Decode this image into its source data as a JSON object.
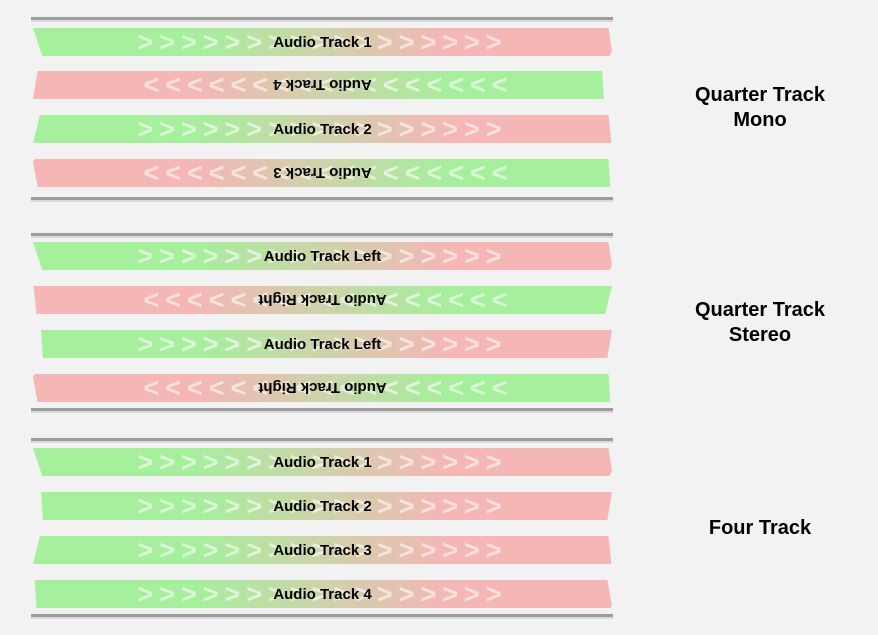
{
  "colors": {
    "background": "#f2f2f2",
    "track-green": "#a6ef9d",
    "track-red": "#f5b6b6",
    "chevron": "rgba(255,255,255,0.58)",
    "tape-line": "#9c9c9c",
    "tape-line-shadow": "#d9d9d9",
    "label": "#000000",
    "title": "#000000"
  },
  "chevrons": ">>>>>>>>>>>>>>>>>",
  "sections": [
    {
      "title": "Quarter Track Mono",
      "title_lines": [
        "Quarter Track",
        "Mono"
      ],
      "tracks": [
        {
          "label": "Audio Track 1",
          "direction": "forward"
        },
        {
          "label": "Audio Track 4",
          "direction": "reverse"
        },
        {
          "label": "Audio Track 2",
          "direction": "forward"
        },
        {
          "label": "Audio Track 3",
          "direction": "reverse"
        }
      ]
    },
    {
      "title": "Quarter Track Stereo",
      "title_lines": [
        "Quarter Track",
        "Stereo"
      ],
      "tracks": [
        {
          "label": "Audio Track Left",
          "direction": "forward"
        },
        {
          "label": "Audio Track Right",
          "direction": "reverse"
        },
        {
          "label": "Audio Track Left",
          "direction": "forward"
        },
        {
          "label": "Audio Track Right",
          "direction": "reverse"
        }
      ]
    },
    {
      "title": "Four Track",
      "title_lines": [
        "Four Track"
      ],
      "tracks": [
        {
          "label": "Audio Track 1",
          "direction": "forward"
        },
        {
          "label": "Audio Track 2",
          "direction": "forward"
        },
        {
          "label": "Audio Track 3",
          "direction": "forward"
        },
        {
          "label": "Audio Track 4",
          "direction": "forward"
        }
      ]
    }
  ]
}
